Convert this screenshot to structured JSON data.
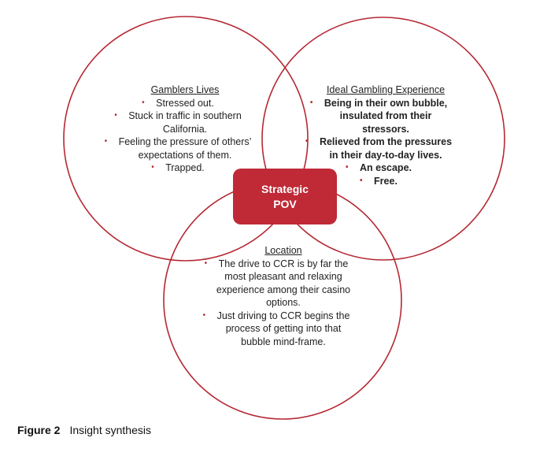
{
  "colors": {
    "accent": "#bf2a36",
    "circle": "#b52833"
  },
  "gamblers_lives": {
    "title": "Gamblers Lives",
    "items": [
      {
        "lines": [
          "Stressed out."
        ]
      },
      {
        "lines": [
          "Stuck in traffic in southern",
          "California."
        ]
      },
      {
        "lines": [
          "Feeling the pressure of others’",
          "expectations of them."
        ]
      },
      {
        "lines": [
          "Trapped."
        ]
      }
    ]
  },
  "ideal_experience": {
    "title": "Ideal Gambling Experience",
    "items": [
      {
        "lines": [
          "Being in their own bubble,",
          "insulated from their",
          "stressors."
        ]
      },
      {
        "lines": [
          "Relieved from the pressures",
          "in their day-to-day lives."
        ]
      },
      {
        "lines": [
          "An escape."
        ]
      },
      {
        "lines": [
          "Free."
        ]
      }
    ]
  },
  "location": {
    "title": "Location",
    "items": [
      {
        "lines": [
          "The drive to CCR is by far the",
          "most pleasant and relaxing",
          "experience among their casino",
          "options."
        ]
      },
      {
        "lines": [
          "Just driving to CCR begins the",
          "process of getting into that",
          "bubble mind-frame."
        ]
      }
    ]
  },
  "strategic_pov": {
    "line1": "Strategic",
    "line2": "POV"
  },
  "caption": {
    "label": "Figure 2",
    "text": "Insight synthesis"
  }
}
